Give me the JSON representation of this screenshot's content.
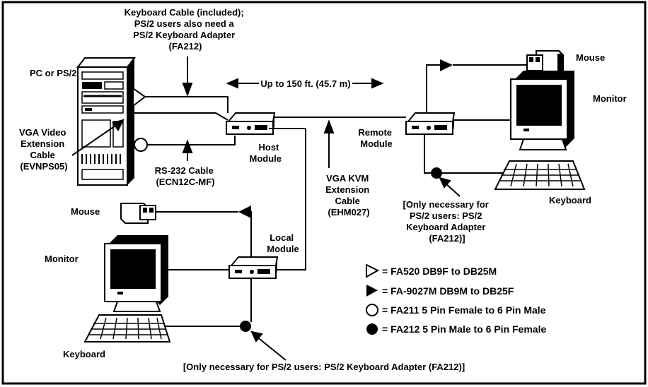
{
  "labels": {
    "keyboard_cable": [
      "Keyboard Cable (included);",
      "PS/2 users also need a",
      "PS/2 Keyboard Adapter",
      "(FA212)"
    ],
    "pc": "PC or PS/2",
    "distance": "Up to 150 ft. (45.7 m)",
    "mouse_remote": "Mouse",
    "monitor_remote": "Monitor",
    "vga_video": [
      "VGA Video",
      "Extension",
      "Cable",
      "(EVNPS05)"
    ],
    "host_module": [
      "Host",
      "Module"
    ],
    "remote_module": [
      "Remote",
      "Module"
    ],
    "rs232": [
      "RS-232 Cable",
      "(ECN12C-MF)"
    ],
    "vga_kvm": [
      "VGA KVM",
      "Extension",
      "Cable",
      "(EHM027)"
    ],
    "ps2_note_remote": [
      "[Only necessary for",
      "PS/2 users:  PS/2",
      "Keyboard Adapter",
      "(FA212)]"
    ],
    "keyboard_remote": "Keyboard",
    "mouse_local": "Mouse",
    "local_module": [
      "Local",
      "Module"
    ],
    "monitor_local": "Monitor",
    "keyboard_local": "Keyboard",
    "ps2_note_local": "[Only necessary for PS/2 users: PS/2 Keyboard Adapter (FA212)]"
  },
  "legend": [
    {
      "symbol": "open-triangle",
      "text": "= FA520  DB9F to DB25M"
    },
    {
      "symbol": "filled-triangle",
      "text": "= FA-9027M  DB9M to DB25F"
    },
    {
      "symbol": "open-circle",
      "text": "= FA211  5 Pin Female to 6 Pin Male"
    },
    {
      "symbol": "filled-circle",
      "text": "= FA212  5 Pin Male to 6 Pin Female"
    }
  ]
}
